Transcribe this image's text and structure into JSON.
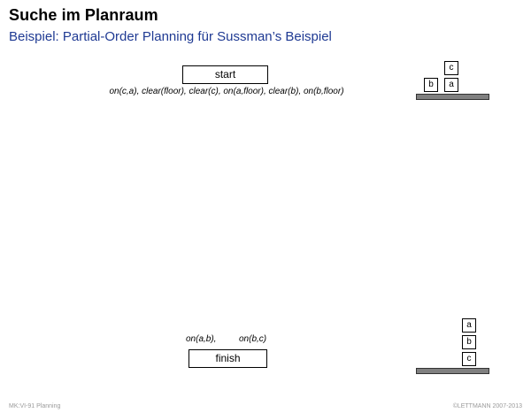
{
  "slide": {
    "title": "Suche im Planraum",
    "subtitle": "Beispiel: Partial-Order Planning für Sussman’s Beispiel"
  },
  "plan": {
    "start_label": "start",
    "start_effects": "on(c,a), clear(floor), clear(c), on(a,floor), clear(b), on(b,floor)",
    "finish_label": "finish",
    "finish_preconditions": [
      "on(a,b),",
      "on(b,c)"
    ]
  },
  "initial_state": {
    "blocks": [
      "c",
      "b",
      "a"
    ]
  },
  "goal_state": {
    "blocks": [
      "a",
      "b",
      "c"
    ]
  },
  "footer": {
    "left": "MK:VI-91   Planning",
    "right": "©LETTMANN 2007-2013"
  }
}
